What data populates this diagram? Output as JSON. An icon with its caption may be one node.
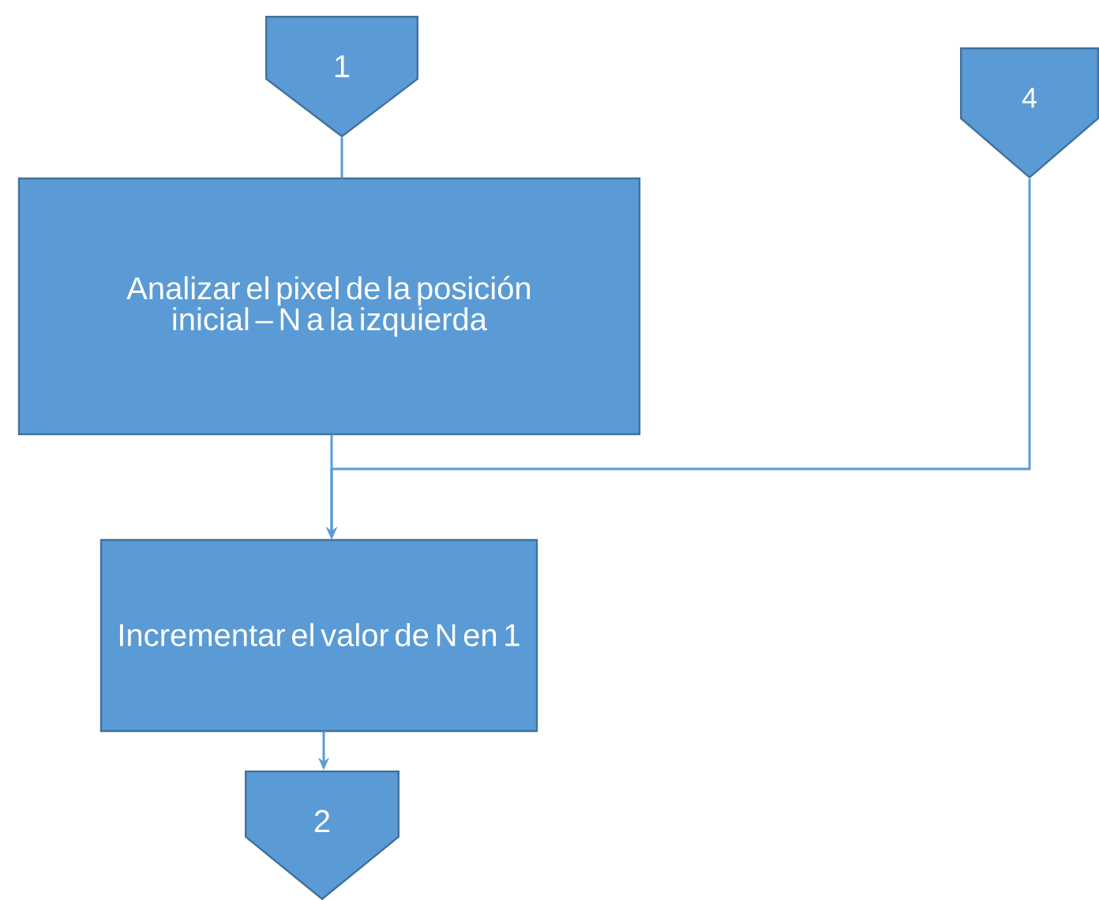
{
  "diagram": {
    "nodes": [
      {
        "text": [
          "1"
        ]
      },
      {
        "text": [
          "Analizar el pixel de la posición inicial – N a la izquierda"
        ]
      },
      {
        "text": [
          "4"
        ]
      },
      {
        "text": [
          "Incrementar el valor de N en 1"
        ]
      },
      {
        "text": [
          "2"
        ]
      }
    ],
    "edges": [
      {
        "from": 0,
        "to": 1,
        "arrow": "none"
      },
      {
        "from": 1,
        "to": 3,
        "arrow": "to"
      },
      {
        "from": 2,
        "to": 3,
        "arrow": "to"
      },
      {
        "from": 3,
        "to": 4,
        "arrow": "to"
      }
    ]
  }
}
